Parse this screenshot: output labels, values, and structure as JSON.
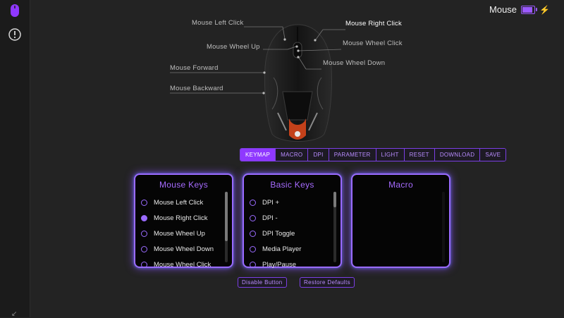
{
  "sidebar": {
    "icons": [
      "mouse-icon",
      "info-icon"
    ]
  },
  "header": {
    "device_label": "Mouse",
    "battery_level": 0.8,
    "charging": true
  },
  "callouts": {
    "left_click": "Mouse Left Click",
    "right_click": "Mouse Right Click",
    "wheel_up": "Mouse Wheel Up",
    "wheel_click": "Mouse Wheel Click",
    "wheel_down": "Mouse Wheel Down",
    "forward": "Mouse Forward",
    "backward": "Mouse Backward"
  },
  "tabs": [
    "KEYMAP",
    "MACRO",
    "DPI",
    "PARAMETER",
    "LIGHT",
    "RESET",
    "DOWNLOAD",
    "SAVE"
  ],
  "active_tab": "KEYMAP",
  "panels": {
    "mouse_keys": {
      "title": "Mouse Keys",
      "items": [
        "Mouse Left Click",
        "Mouse Right Click",
        "Mouse Wheel Up",
        "Mouse Wheel Down",
        "Mouse Wheel Click"
      ],
      "selected": "Mouse Right Click"
    },
    "basic_keys": {
      "title": "Basic Keys",
      "items": [
        "DPI +",
        "DPI -",
        "DPI Toggle",
        "Media Player",
        "Play/Pause"
      ]
    },
    "macro": {
      "title": "Macro"
    }
  },
  "buttons": {
    "disable": "Disable Button",
    "restore": "Restore Defaults"
  },
  "colors": {
    "accent": "#8f38ff",
    "panel_border": "#9a6bff",
    "battery": "#9b59ff",
    "bolt": "#ffe23a"
  }
}
